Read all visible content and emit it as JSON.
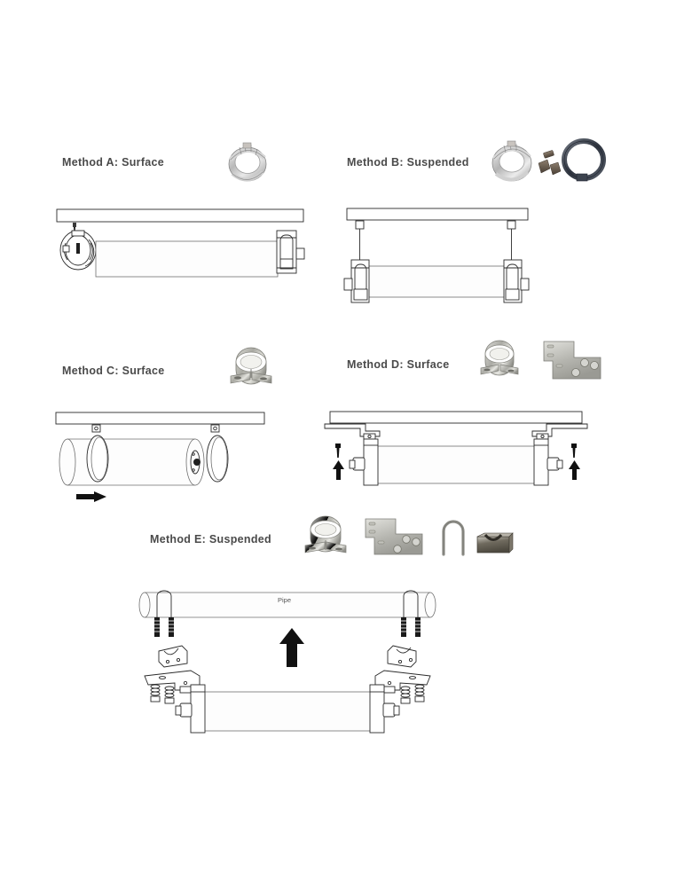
{
  "document": {
    "type": "installation-methods-diagram",
    "page_background": "#ffffff",
    "label_color": "#4a4a4a",
    "line_color": "#2b2b2b"
  },
  "methods": [
    {
      "id": "A",
      "label": "Method  A: Surface",
      "mounting": "Surface",
      "hardware": [
        "band-clamp-ring"
      ],
      "diagram": "ceiling-bar with screw, band clamp at left end, flow cylinder mounted below bar, end fitting at right",
      "flow_arrow": false
    },
    {
      "id": "B",
      "label": "Method  B: Suspended",
      "mounting": "Suspended",
      "hardware": [
        "band-clamp-ring",
        "spacer-blocks",
        "dark-strap-band"
      ],
      "diagram": "ceiling bar with two drop rods supporting hanger brackets holding cylinder",
      "flow_arrow": false
    },
    {
      "id": "C",
      "label": "Method C: Surface",
      "mounting": "Surface",
      "hardware": [
        "clamp-with-foot-bracket"
      ],
      "diagram": "ceiling bar with two hanging clamp bands around cylinder, end cap visible at right",
      "flow_arrow": true,
      "flow_arrow_direction": "right"
    },
    {
      "id": "D",
      "label": "Method D: Surface",
      "mounting": "Surface",
      "hardware": [
        "clamp-with-foot-bracket",
        "flat-angle-bracket-plate"
      ],
      "diagram": "ceiling bar with two stepped brackets, cylinder below, screws with upward assembly arrows at both ends",
      "flow_arrow": false,
      "assembly_arrows": "up"
    },
    {
      "id": "E",
      "label": "Method E: Suspended",
      "mounting": "Suspended",
      "hardware": [
        "clamp-with-foot-bracket",
        "flat-angle-bracket-plate",
        "u-bolt",
        "saddle-block"
      ],
      "diagram": "horizontal pipe with two u-bolts and threaded rods, saddle blocks, bracket plates with springs and nuts, cylinder assembly below, large upward assembly arrow",
      "pipe_label": "Pipe",
      "assembly_arrows": "up"
    }
  ],
  "annotations": {
    "pipe": "Pipe"
  }
}
